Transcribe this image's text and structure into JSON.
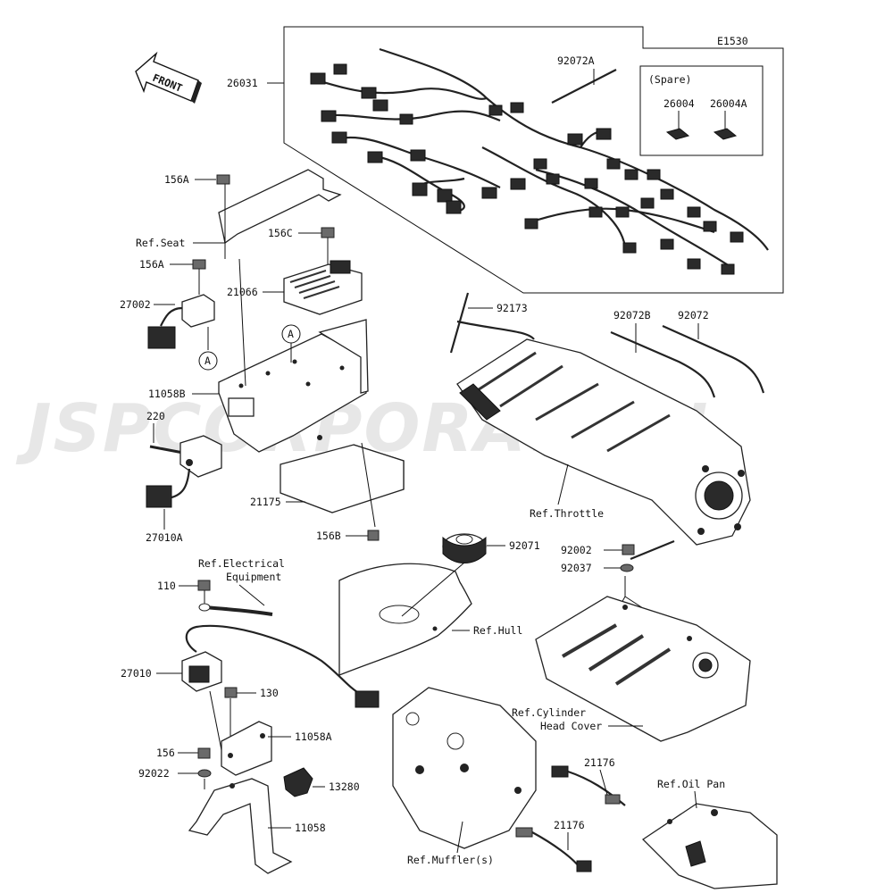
{
  "diagram_code": "E1530",
  "watermark": "JSPCORPORATION",
  "front_label": "FRONT",
  "spare_box": {
    "title": "(Spare)",
    "items": [
      "26004",
      "26004A"
    ]
  },
  "labels": {
    "l26031": "26031",
    "l92072A": "92072A",
    "l156A_top": "156A",
    "l156A_mid": "156A",
    "lRefSeat": "Ref.Seat",
    "l156C": "156C",
    "l27002": "27002",
    "l21066": "21066",
    "l92173": "92173",
    "l92072B": "92072B",
    "l92072": "92072",
    "l11058B": "11058B",
    "l220": "220",
    "l21175": "21175",
    "l27010A": "27010A",
    "l156B": "156B",
    "lRefThrottle": "Ref.Throttle",
    "l92071": "92071",
    "l92002": "92002",
    "l92037": "92037",
    "lRefElec1": "Ref.Electrical",
    "lRefElec2": "Equipment",
    "l110": "110",
    "lRefHull": "Ref.Hull",
    "l27010": "27010",
    "l130": "130",
    "l11058A": "11058A",
    "l156": "156",
    "l92022": "92022",
    "l13280": "13280",
    "l11058": "11058",
    "lRefCyl1": "Ref.Cylinder",
    "lRefCyl2": "Head Cover",
    "l21176_a": "21176",
    "lRefOilPan": "Ref.Oil Pan",
    "l21176_b": "21176",
    "lRefMuffler": "Ref.Muffler(s)",
    "callout_A1": "A",
    "callout_A2": "A"
  }
}
